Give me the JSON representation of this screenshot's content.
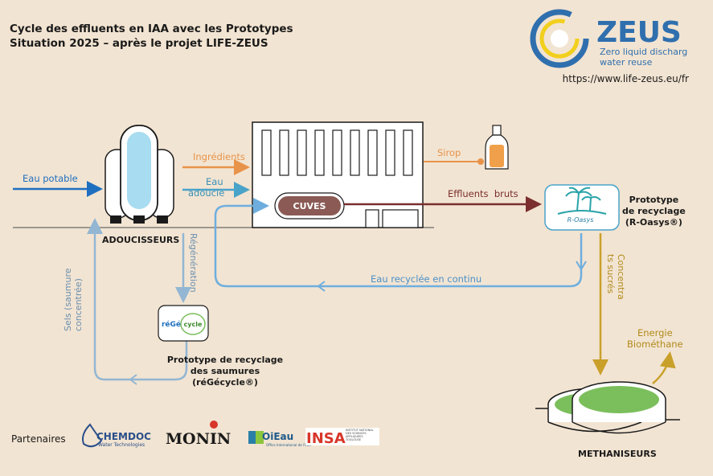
{
  "header": {
    "title_line1": "Cycle des effluents en IAA avec les Prototypes",
    "title_line2": "Situation 2025 – après le projet LIFE-ZEUS",
    "url": "https://www.life-zeus.eu/fr"
  },
  "logo": {
    "name": "ZEUS",
    "tagline_line1": "Zero liquid discharge",
    "tagline_line2": "water reuse"
  },
  "flows": {
    "eau_potable": "Eau potable",
    "ingredients": "Ingrédients",
    "eau_adoucie_line1": "Eau",
    "eau_adoucie_line2": "adoucie",
    "sirop": "Sirop",
    "effluents_bruts": "Effluents  bruts",
    "eau_recyclee": "Eau recyclée en continu",
    "regeneration": "Régénération",
    "sels_line1": "Sels (saumure",
    "sels_line2": "concentrée)",
    "concentrats_line1": "Concentra",
    "concentrats_line2": "ts sucrés",
    "energie_line1": "Energie",
    "energie_line2": "Biométhane"
  },
  "nodes": {
    "adoucisseurs": "ADOUCISSEURS",
    "cuves": "CUVES",
    "roasys_line1": "Prototype",
    "roasys_line2": "de recyclage",
    "roasys_line3": "(R-Oasys®)",
    "roasys_badge": "R-Oasys",
    "regecycle_line1": "Prototype de recyclage",
    "regecycle_line2": "des saumures",
    "regecycle_line3": "(réGécycle®)",
    "regecycle_badge_a": "réGé",
    "regecycle_badge_b": "cycle",
    "methaniseurs": "METHANISEURS"
  },
  "footer": {
    "partners_label": "Partenaires",
    "partner1": "CHEMDOC",
    "partner1_sub": "Water Technologies",
    "partner2": "MONIN",
    "partner3": "OiEau",
    "partner3_sub": "Office International de l'Eau",
    "partner4": "INSA",
    "partner4_sub": "INSTITUT NATIONAL DES SCIENCES APPLIQUÉES TOULOUSE"
  },
  "colors": {
    "background": "#f2e4d2",
    "potable_blue": "#1f6fc0",
    "softened_blue": "#4aa3c8",
    "recycled_blue": "#6eaede",
    "brine_blue": "#93b6d3",
    "ingredient_orange": "#e8934a",
    "effluent_brown": "#7a2e2e",
    "concentrate_gold": "#c9a02a",
    "biogas_green": "#7bbf5c",
    "cuves_badge": "#8b5a55"
  }
}
